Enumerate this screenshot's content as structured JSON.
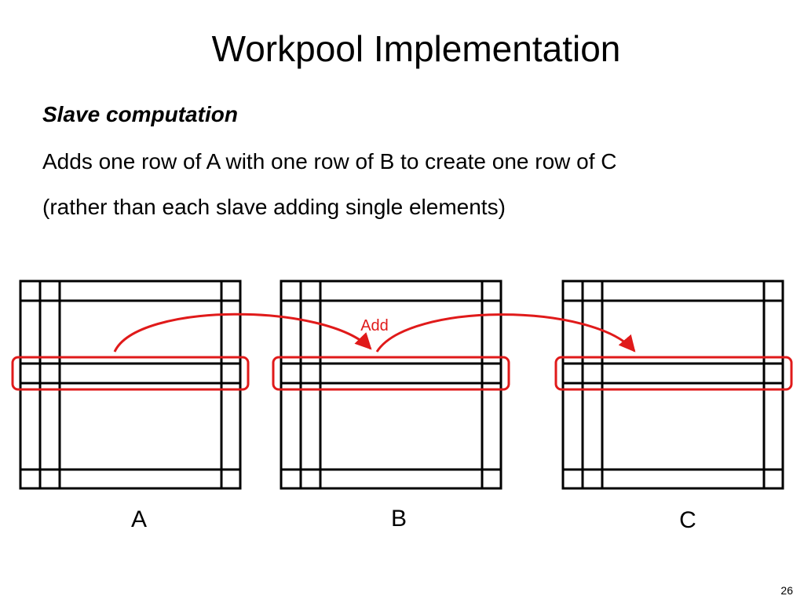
{
  "slide": {
    "title": "Workpool Implementation",
    "subtitle": "Slave computation",
    "line1": "Adds one row of A with one row of B to create one row of C",
    "line2": "(rather than each slave adding single elements)",
    "page_number": "26"
  },
  "diagram": {
    "matrices": [
      {
        "label": "A"
      },
      {
        "label": "B"
      },
      {
        "label": "C"
      }
    ],
    "arrow_label": "Add",
    "highlight_color": "#e01a1a",
    "grid_color": "#000000"
  }
}
